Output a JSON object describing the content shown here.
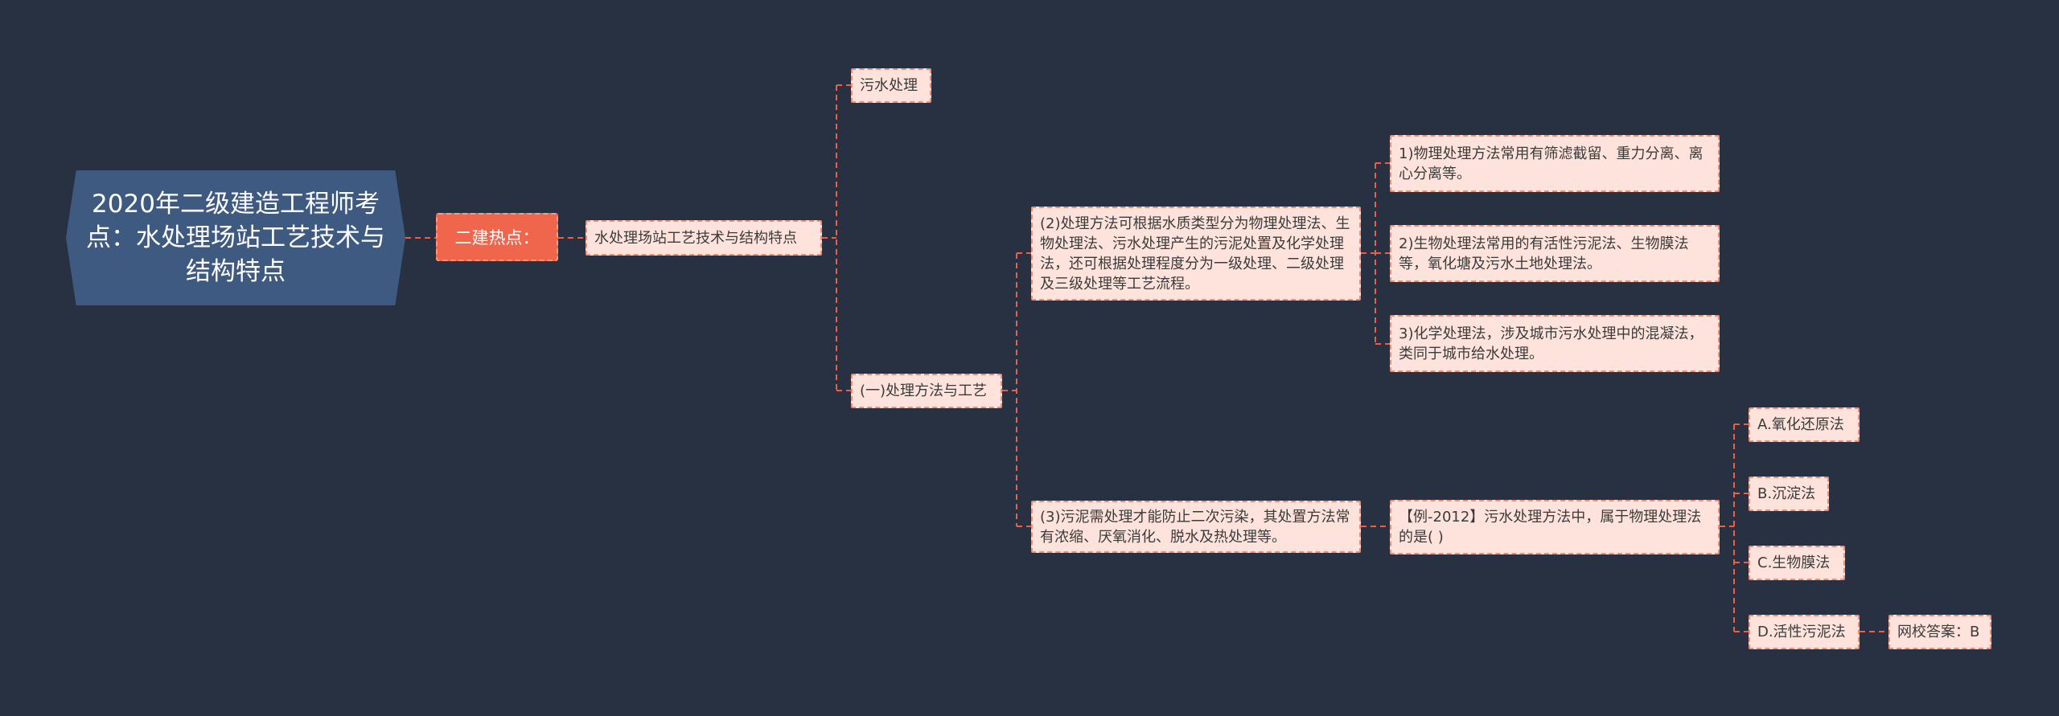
{
  "root": {
    "title": "2020年二级建造工程师考点：水处理场站工艺技术与结构特点"
  },
  "hot_topic": {
    "label": "二建热点："
  },
  "level1": {
    "label": "水处理场站工艺技术与结构特点"
  },
  "level2": {
    "sewage": "污水处理",
    "methods": "(一)处理方法与工艺"
  },
  "level3": {
    "p2": "(2)处理方法可根据水质类型分为物理处理法、生物处理法、污水处理产生的污泥处置及化学处理法，还可根据处理程度分为一级处理、二级处理及三级处理等工艺流程。",
    "p3": "(3)污泥需处理才能防止二次污染，其处置方法常有浓缩、厌氧消化、脱水及热处理等。"
  },
  "level4": {
    "phys": "1)物理处理方法常用有筛滤截留、重力分离、离心分离等。",
    "bio": "2)生物处理法常用的有活性污泥法、生物膜法等，氧化塘及污水土地处理法。",
    "chem": "3)化学处理法，涉及城市污水处理中的混凝法，类同于城市给水处理。",
    "example": "【例-2012】污水处理方法中，属于物理处理法的是( )"
  },
  "options": {
    "a": "A.氧化还原法",
    "b": "B.沉淀法",
    "c": "C.生物膜法",
    "d": "D.活性污泥法"
  },
  "answer": {
    "label": "网校答案：B"
  },
  "colors": {
    "background": "#283141",
    "root": "#3e5a80",
    "hot": "#f0664d",
    "node_fill": "#fde3dc",
    "node_border": "#ee8d78",
    "link": "#e8604a"
  }
}
